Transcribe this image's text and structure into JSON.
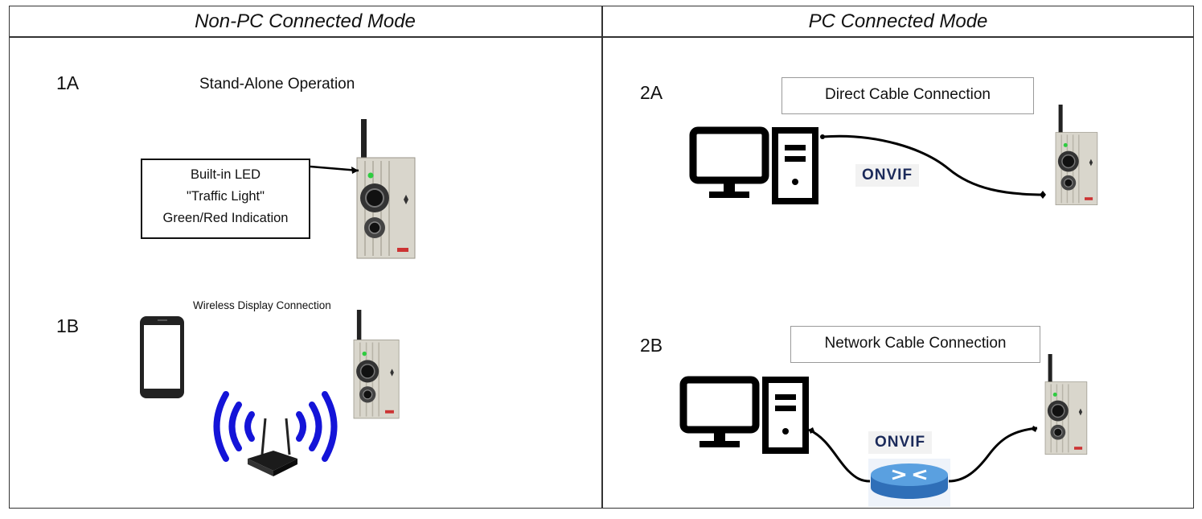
{
  "headers": {
    "left": "Non-PC Connected  Mode",
    "right": "PC Connected Mode"
  },
  "sections": {
    "s1a": {
      "label": "1A",
      "title": "Stand-Alone Operation",
      "led_lines": [
        "Built-in LED",
        "\"Traffic Light\"",
        "Green/Red Indication"
      ]
    },
    "s1b": {
      "label": "1B",
      "title": "Wireless Display Connection"
    },
    "s2a": {
      "label": "2A",
      "title": "Direct Cable Connection",
      "logo": "ONVIF"
    },
    "s2b": {
      "label": "2B",
      "title": "Network Cable Connection",
      "logo": "ONVIF"
    }
  },
  "icons": [
    "camera-device-icon",
    "desktop-computer-icon",
    "smartphone-icon",
    "wifi-router-icon",
    "network-router-icon",
    "onvif-logo"
  ],
  "colors": {
    "wifi": "#1414d8",
    "led": "#2ecc40",
    "router": "#4a90d9",
    "camera_body": "#d9d6cc"
  }
}
